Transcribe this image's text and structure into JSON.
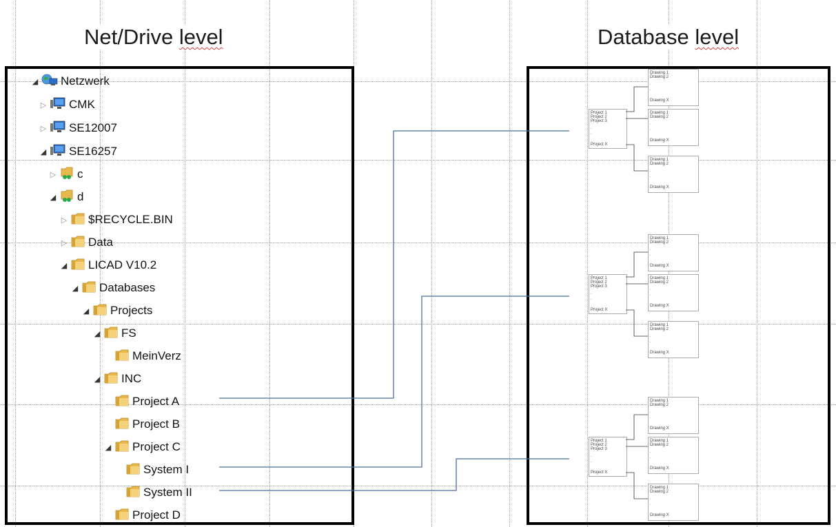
{
  "headings": {
    "left": "Net/Drive level",
    "left_plain": "Net/Drive ",
    "left_underlined": "level",
    "right_plain": "Database ",
    "right_underlined": "level"
  },
  "tree": [
    {
      "label": "Netzwerk",
      "icon": "network-icon",
      "state": "expanded"
    },
    {
      "label": "CMK",
      "icon": "computer-icon",
      "state": "collapsed"
    },
    {
      "label": "SE12007",
      "icon": "computer-icon",
      "state": "collapsed"
    },
    {
      "label": "SE16257",
      "icon": "computer-icon",
      "state": "expanded"
    },
    {
      "label": "c",
      "icon": "shared-drive-icon",
      "state": "collapsed"
    },
    {
      "label": "d",
      "icon": "shared-drive-icon",
      "state": "expanded"
    },
    {
      "label": "$RECYCLE.BIN",
      "icon": "folder-icon",
      "state": "collapsed"
    },
    {
      "label": "Data",
      "icon": "folder-icon",
      "state": "collapsed"
    },
    {
      "label": "LICAD V10.2",
      "icon": "folder-icon",
      "state": "expanded"
    },
    {
      "label": "Databases",
      "icon": "folder-icon",
      "state": "expanded"
    },
    {
      "label": "Projects",
      "icon": "folder-icon",
      "state": "expanded"
    },
    {
      "label": "FS",
      "icon": "folder-icon",
      "state": "expanded"
    },
    {
      "label": "MeinVerz",
      "icon": "folder-icon",
      "state": "none"
    },
    {
      "label": "INC",
      "icon": "folder-icon",
      "state": "expanded"
    },
    {
      "label": "Project A",
      "icon": "folder-icon",
      "state": "none"
    },
    {
      "label": "Project B",
      "icon": "folder-icon",
      "state": "none"
    },
    {
      "label": "Project C",
      "icon": "folder-icon",
      "state": "expanded"
    },
    {
      "label": "System I",
      "icon": "folder-icon",
      "state": "none"
    },
    {
      "label": "System II",
      "icon": "folder-icon",
      "state": "none"
    },
    {
      "label": "Project D",
      "icon": "folder-icon",
      "state": "none"
    }
  ],
  "database_block": {
    "projects": [
      "Project 1",
      "Project 2",
      "Project 3",
      ".",
      ".",
      "Project X"
    ],
    "drawings": [
      "Drawing 1",
      "Drawing 2",
      ".",
      ".",
      "Drawing X"
    ]
  },
  "connections": [
    {
      "from": "Project A",
      "to": "database-block-1"
    },
    {
      "from": "System I",
      "to": "database-block-2"
    },
    {
      "from": "System II",
      "to": "database-block-3"
    }
  ],
  "colors": {
    "connector": "#4a6fa5",
    "folder": "#e8b84a",
    "panel_border": "#000000"
  }
}
